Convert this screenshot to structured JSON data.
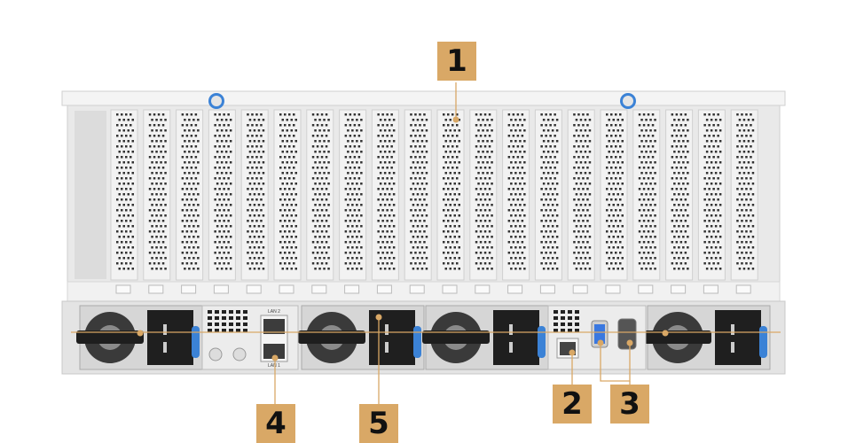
{
  "callouts": [
    {
      "number": "1",
      "target": "pcie-slots"
    },
    {
      "number": "2",
      "target": "management-lan-port"
    },
    {
      "number": "3",
      "target": "vga-and-serial-ports"
    },
    {
      "number": "4",
      "target": "lan-ports"
    },
    {
      "number": "5",
      "target": "power-supply"
    }
  ],
  "ports": {
    "lan2": "LAN 2",
    "lan1": "LAN 1"
  },
  "colors": {
    "callout": "#d9a866",
    "handle": "#3b82d6",
    "vga": "#3a78e0",
    "chassis": "#ececec"
  }
}
